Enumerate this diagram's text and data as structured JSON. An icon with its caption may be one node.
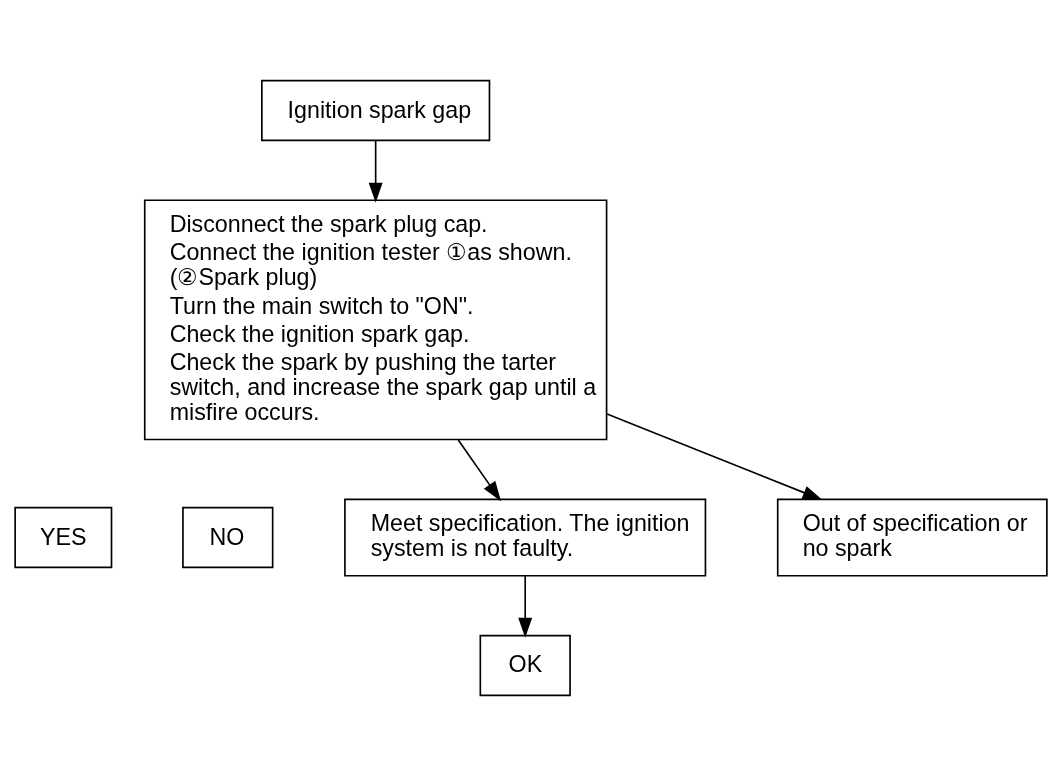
{
  "diagram": {
    "nodes": [
      {
        "text": [
          "Ignition spark gap"
        ]
      },
      {
        "text": [
          "Disconnect the spark plug cap.",
          "Connect the ignition tester ①as shown. (②Spark plug)",
          "Turn the main switch to \"ON\".",
          "Check the ignition spark gap.",
          "Check the spark by pushing the tarter switch, and increase the spark gap until a misfire occurs."
        ]
      },
      {
        "text": [
          "YES"
        ]
      },
      {
        "text": [
          "NO"
        ]
      },
      {
        "text": [
          "Meet specification. The ignition system is not faulty."
        ]
      },
      {
        "text": [
          "Out of specification or no spark"
        ]
      },
      {
        "text": [
          "OK"
        ]
      }
    ],
    "edges": [
      {
        "from": 0,
        "to": 1,
        "arrow": "to"
      },
      {
        "from": 1,
        "to": 4,
        "arrow": "to"
      },
      {
        "from": 1,
        "to": 5,
        "arrow": "to"
      },
      {
        "from": 4,
        "to": 6,
        "arrow": "to"
      }
    ]
  }
}
